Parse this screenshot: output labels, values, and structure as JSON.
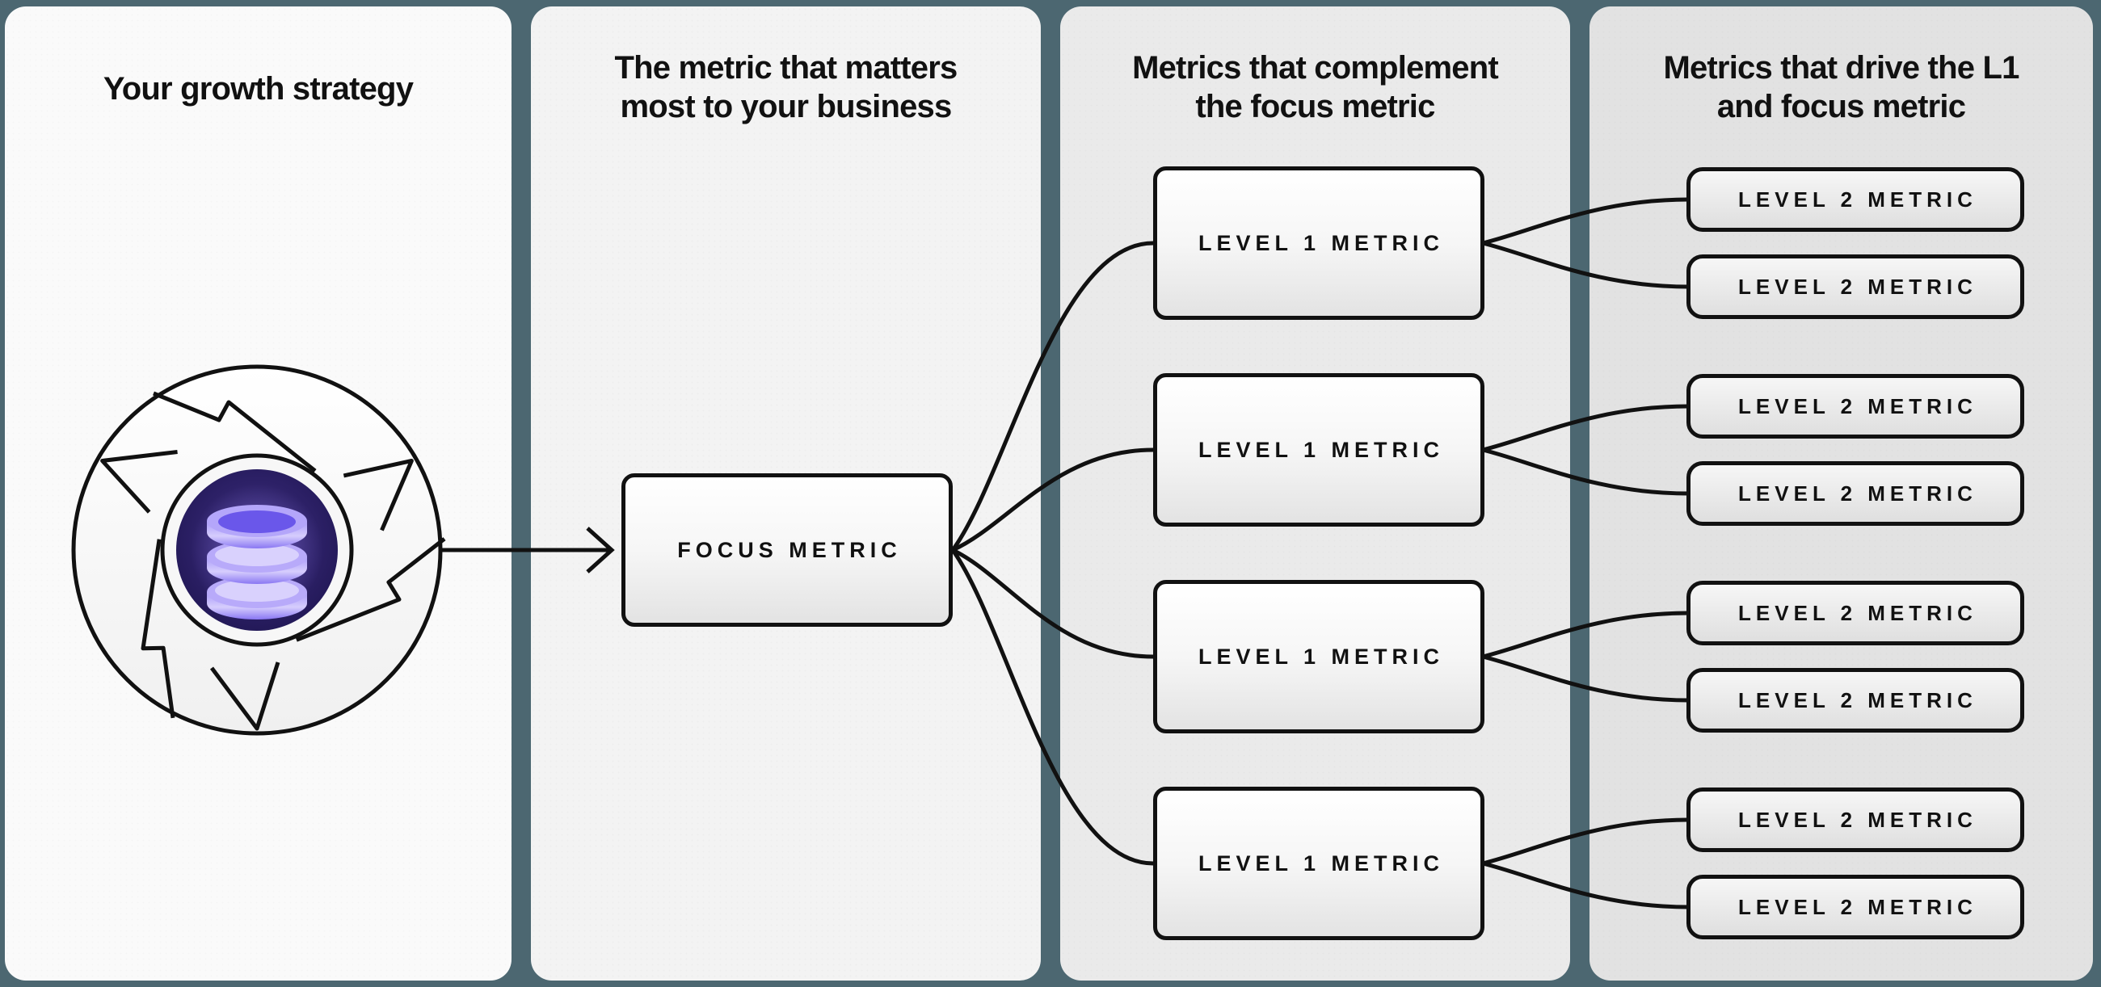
{
  "colors": {
    "background": "#4c6771",
    "stroke": "#111111",
    "panel_strategy_bg": "#fafafa",
    "panel_focus_bg": "#f3f3f3",
    "panel_level1_bg": "#eaeaea",
    "panel_level2_bg": "#e2e2e2",
    "hub_purple_dark": "#241a58",
    "database_purple": "#9383f6",
    "database_purple_light": "#cdc3fc"
  },
  "panels": {
    "strategy": {
      "title": "Your growth strategy"
    },
    "focus": {
      "title_line1": "The metric that matters",
      "title_line2": "most to your business",
      "box_label": "FOCUS METRIC"
    },
    "level1": {
      "title_line1": "Metrics that complement",
      "title_line2": "the focus metric",
      "boxes": [
        {
          "label": "LEVEL 1 METRIC"
        },
        {
          "label": "LEVEL 1 METRIC"
        },
        {
          "label": "LEVEL 1 METRIC"
        },
        {
          "label": "LEVEL 1 METRIC"
        }
      ]
    },
    "level2": {
      "title_line1": "Metrics that drive the L1",
      "title_line2": "and focus metric",
      "boxes": [
        {
          "label": "LEVEL 2 METRIC"
        },
        {
          "label": "LEVEL 2 METRIC"
        },
        {
          "label": "LEVEL 2 METRIC"
        },
        {
          "label": "LEVEL 2 METRIC"
        },
        {
          "label": "LEVEL 2 METRIC"
        },
        {
          "label": "LEVEL 2 METRIC"
        },
        {
          "label": "LEVEL 2 METRIC"
        },
        {
          "label": "LEVEL 2 METRIC"
        }
      ]
    }
  },
  "icons": {
    "flywheel": "flywheel-icon",
    "database": "database-icon"
  }
}
